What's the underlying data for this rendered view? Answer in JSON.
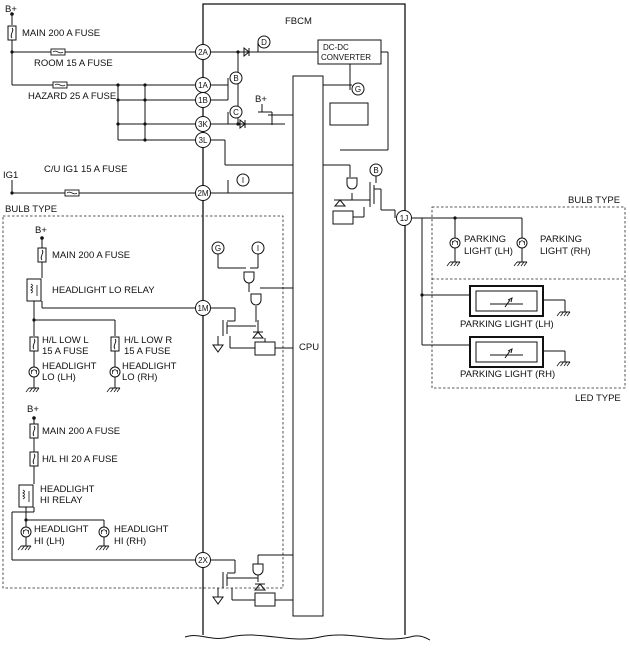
{
  "power": {
    "b_plus": "B+",
    "ig1": "IG1"
  },
  "fuses": {
    "main_200a": "MAIN 200 A FUSE",
    "room_15a": "ROOM 15 A FUSE",
    "hazard_25a": "HAZARD 25 A FUSE",
    "cu_ig1_15a": "C/U IG1 15 A FUSE",
    "hl_low_l": "H/L LOW L 15 A FUSE",
    "hl_low_r": "H/L LOW R 15 A FUSE",
    "hl_hi_20a": "H/L HI 20 A FUSE"
  },
  "module": {
    "name": "FBCM",
    "dcdc": "DC-DC CONVERTER",
    "cpu": "CPU"
  },
  "pins": [
    "2A",
    "1A",
    "1B",
    "3K",
    "3L",
    "2M",
    "1M",
    "2X",
    "1J"
  ],
  "connectors": [
    "D",
    "B",
    "C",
    "G",
    "I",
    "B",
    "G",
    "I"
  ],
  "sections": {
    "bulb_type_left": "BULB TYPE",
    "bulb_type_right": "BULB TYPE",
    "led_type": "LED TYPE"
  },
  "relays": {
    "headlight_lo": "HEADLIGHT LO RELAY",
    "headlight_hi": "HEADLIGHT HI RELAY"
  },
  "lamps": {
    "headlight_lo_lh": "HEADLIGHT LO (LH)",
    "headlight_lo_rh": "HEADLIGHT LO (RH)",
    "headlight_hi_lh": "HEADLIGHT HI (LH)",
    "headlight_hi_rh": "HEADLIGHT HI (RH)",
    "parking_lh_bulb": "PARKING LIGHT (LH)",
    "parking_rh_bulb": "PARKING LIGHT (RH)",
    "parking_lh_led": "PARKING LIGHT (LH)",
    "parking_rh_led": "PARKING LIGHT (RH)"
  }
}
